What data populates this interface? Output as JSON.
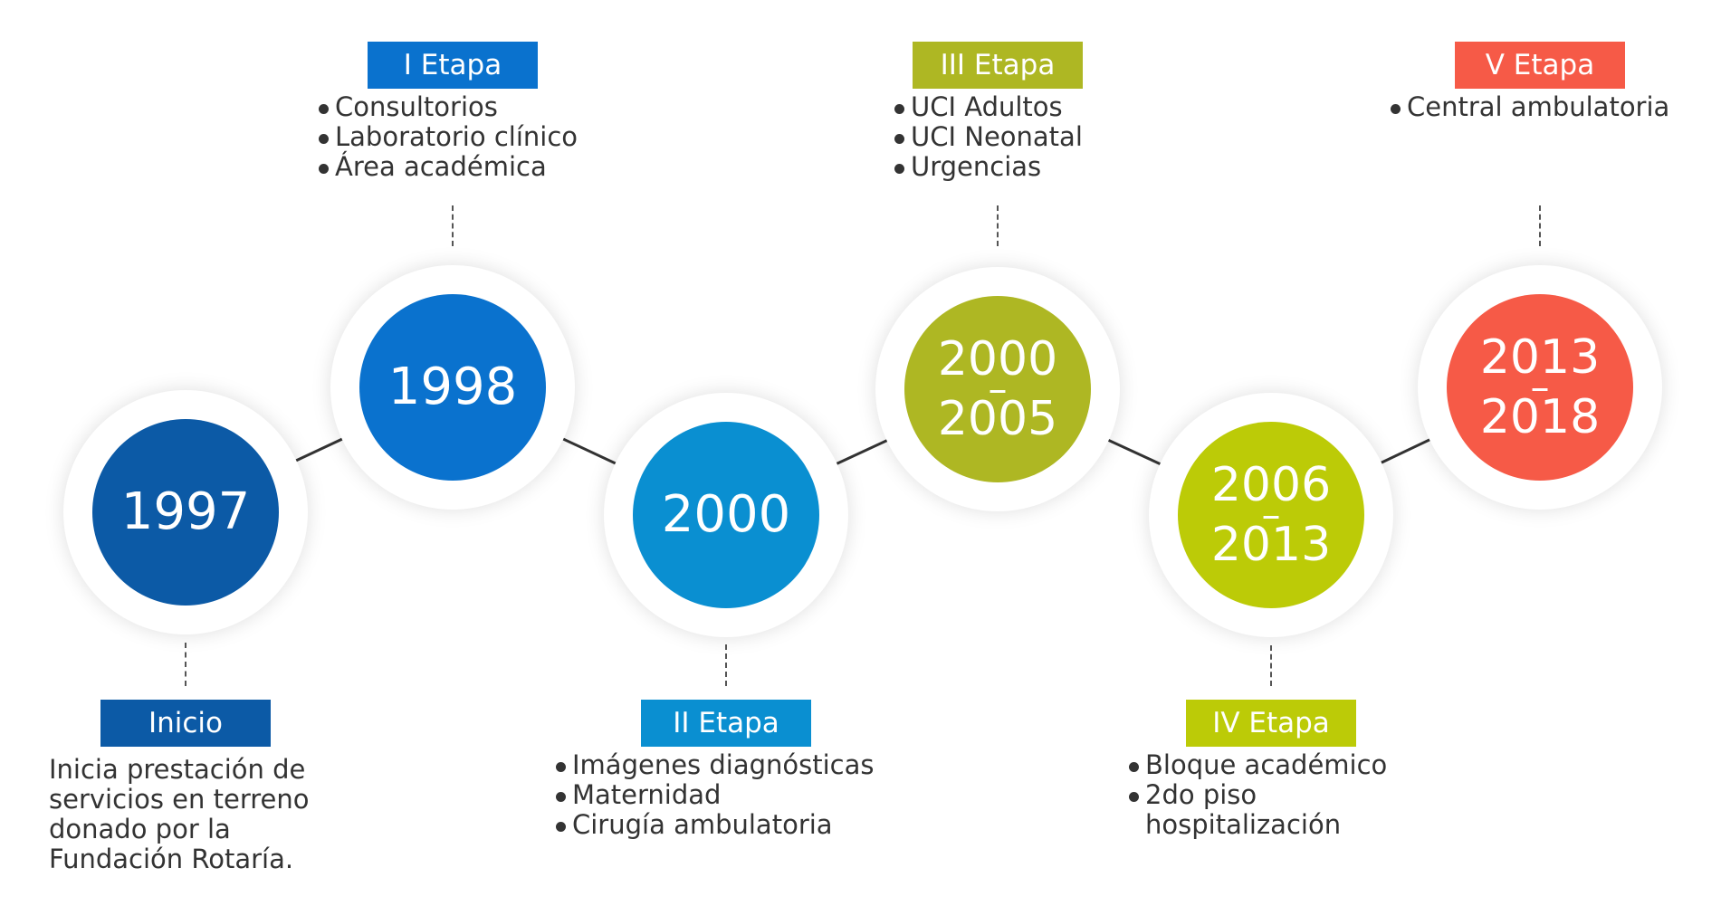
{
  "stages": [
    {
      "id": "inicio",
      "year": "1997",
      "year_start": "",
      "year_end": "",
      "circle_color": "#0C5AA6",
      "label": "Inicio",
      "label_color": "#0C5AA6",
      "description": [
        "Inicia prestación de",
        "servicios en terreno",
        "donado por la",
        "Fundación Rotaría."
      ],
      "items": []
    },
    {
      "id": "etapa-1",
      "year": "1998",
      "year_start": "",
      "year_end": "",
      "circle_color": "#0A72CE",
      "label": "I Etapa",
      "label_color": "#0A72CE",
      "description": [],
      "items": [
        "Consultorios",
        "Laboratorio clínico",
        "Área académica"
      ]
    },
    {
      "id": "etapa-2",
      "year": "2000",
      "year_start": "",
      "year_end": "",
      "circle_color": "#0A8FD1",
      "label": "II Etapa",
      "label_color": "#0A8FD1",
      "description": [],
      "items": [
        "Imágenes diagnósticas",
        "Maternidad",
        "Cirugía ambulatoria"
      ]
    },
    {
      "id": "etapa-3",
      "year": "",
      "year_start": "2000",
      "year_end": "2005",
      "circle_color": "#AEB723",
      "label": "III Etapa",
      "label_color": "#AEB723",
      "description": [],
      "items": [
        "UCI Adultos",
        "UCI Neonatal",
        "Urgencias"
      ]
    },
    {
      "id": "etapa-4",
      "year": "",
      "year_start": "2006",
      "year_end": "2013",
      "circle_color": "#BCCB07",
      "label": "IV Etapa",
      "label_color": "#BCCB07",
      "description": [],
      "items": [
        "Bloque académico",
        "2do piso hospitalización"
      ]
    },
    {
      "id": "etapa-5",
      "year": "",
      "year_start": "2013",
      "year_end": "2018",
      "circle_color": "#F65A47",
      "label": "V Etapa",
      "label_color": "#F65A47",
      "description": [],
      "items": [
        "Central ambulatoria"
      ]
    }
  ],
  "range_separator": "–"
}
